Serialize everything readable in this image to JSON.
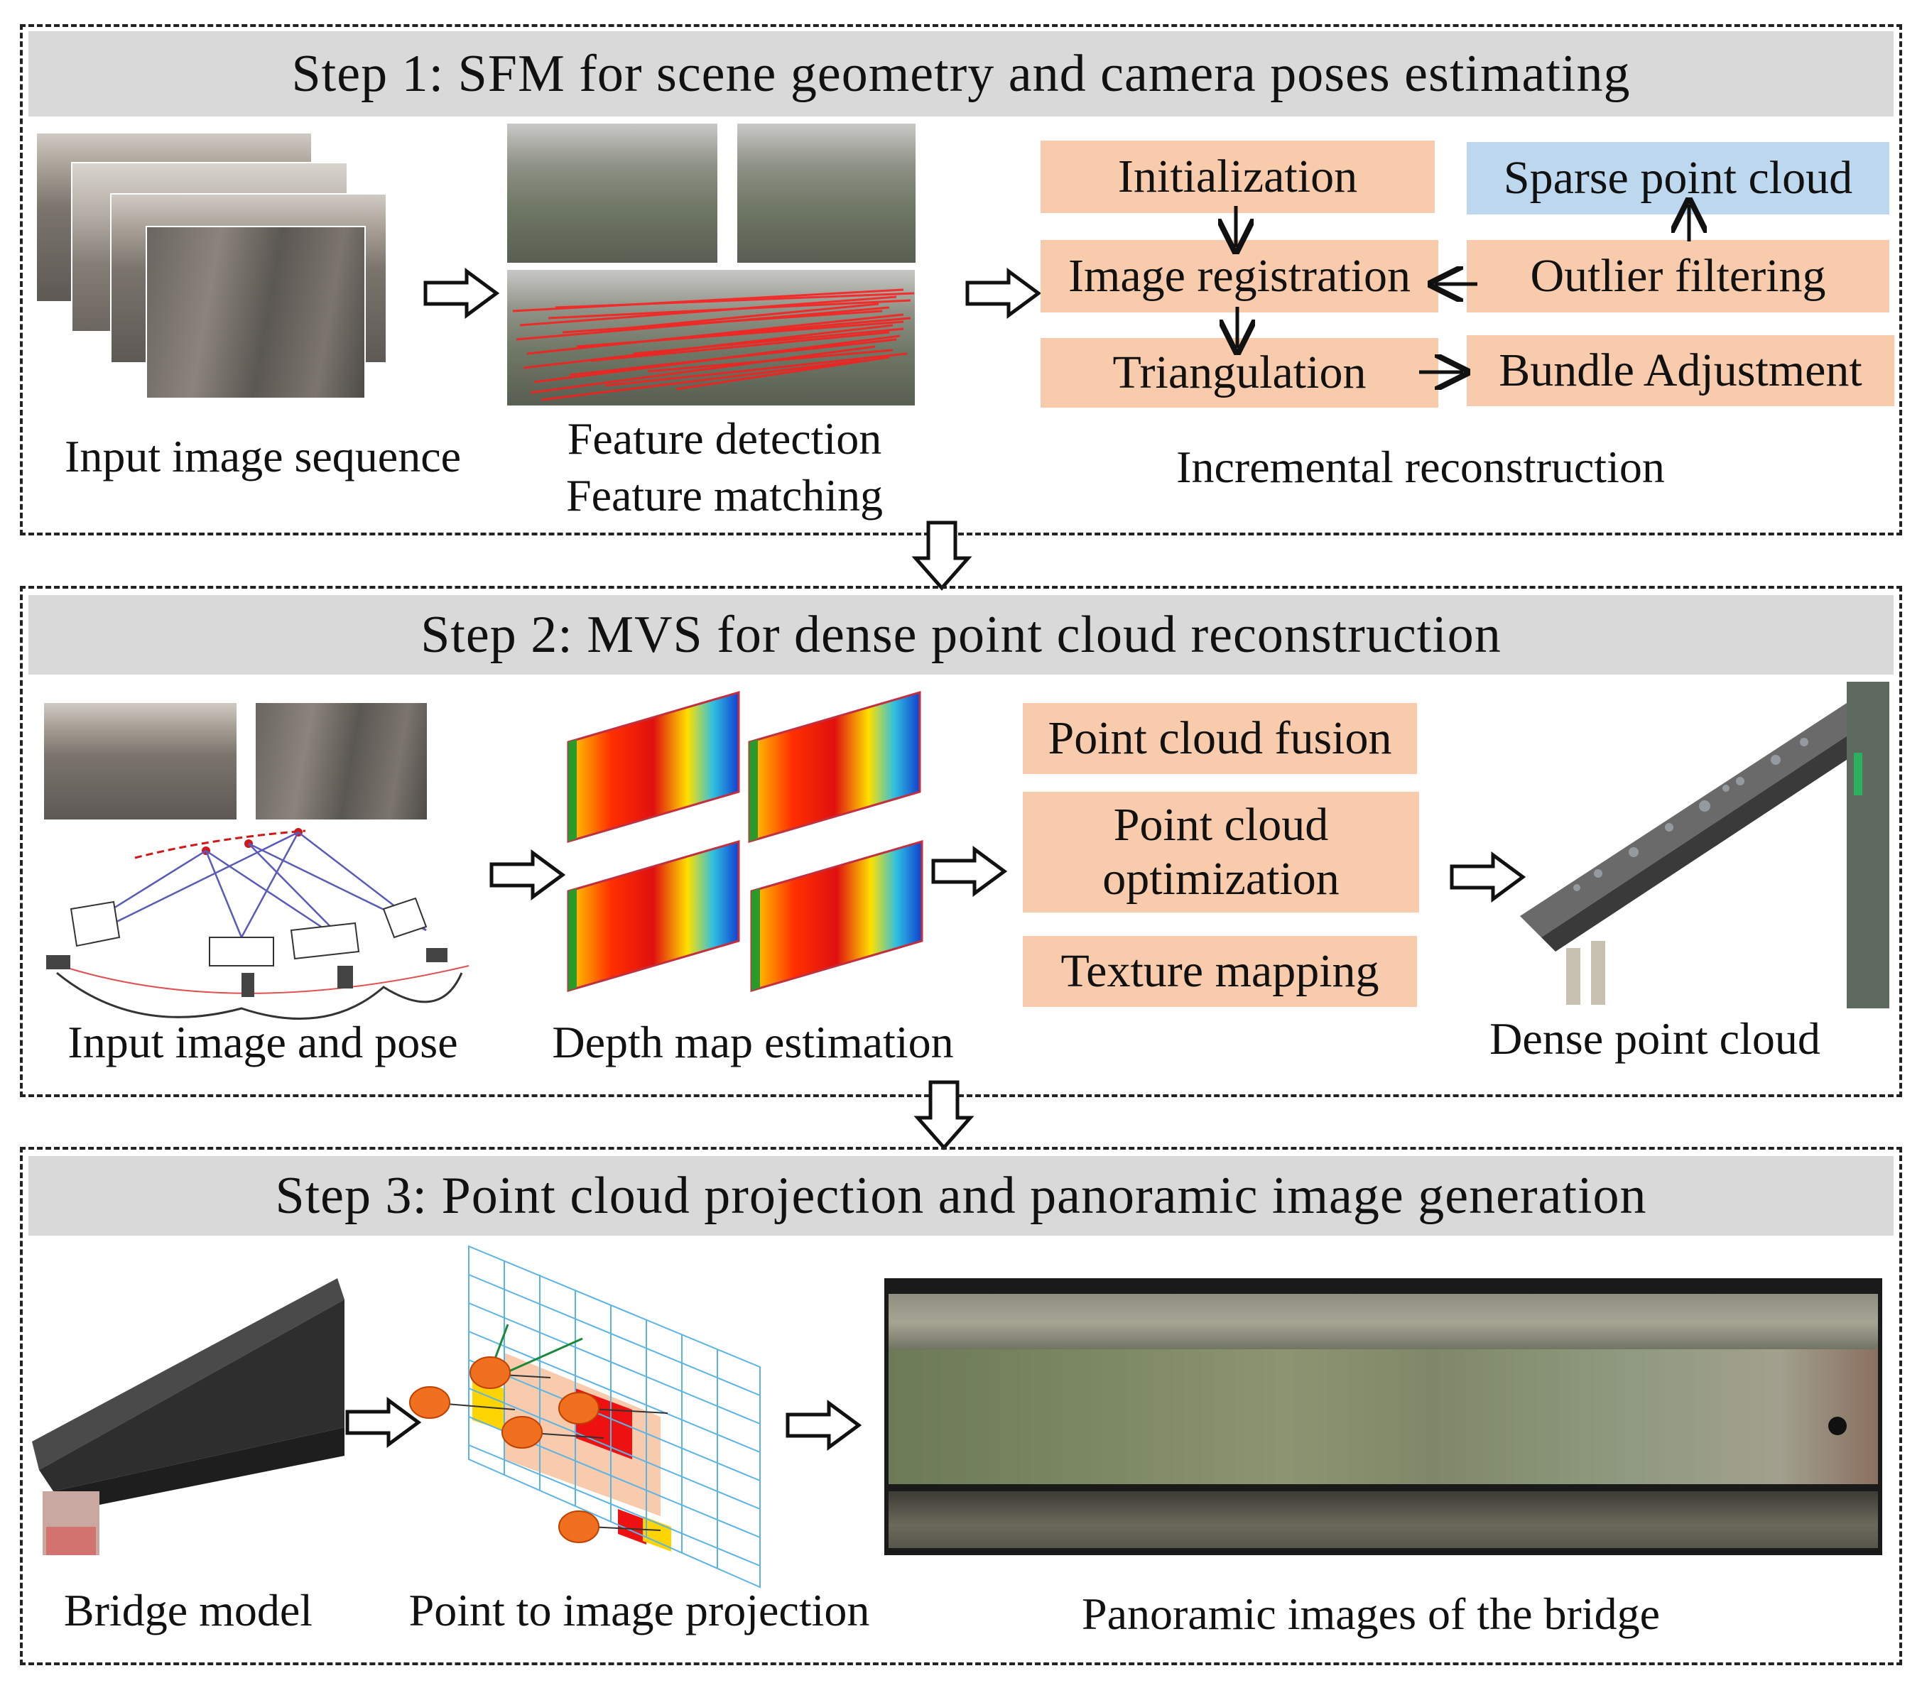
{
  "steps": {
    "step1": {
      "title": "Step 1: SFM for scene geometry and camera poses estimating",
      "input_caption": "Input image sequence",
      "feature_caption_1": "Feature detection",
      "feature_caption_2": "Feature matching",
      "reconstruction_caption": "Incremental reconstruction",
      "boxes": {
        "initialization": "Initialization",
        "image_registration": "Image registration",
        "triangulation": "Triangulation",
        "sparse_point_cloud": "Sparse point cloud",
        "outlier_filtering": "Outlier filtering",
        "bundle_adjustment": "Bundle Adjustment"
      }
    },
    "step2": {
      "title": "Step 2: MVS for dense point cloud reconstruction",
      "input_caption": "Input image and pose",
      "depth_caption": "Depth map estimation",
      "dense_caption": "Dense point cloud",
      "boxes": {
        "fusion": "Point cloud fusion",
        "optimization_1": "Point cloud",
        "optimization_2": "optimization",
        "texture": "Texture mapping"
      }
    },
    "step3": {
      "title": "Step 3: Point cloud projection and panoramic image generation",
      "bridge_caption": "Bridge model",
      "projection_caption": "Point to image projection",
      "panorama_caption": "Panoramic images of the bridge"
    }
  },
  "colors": {
    "header_gray": "#d9d9d9",
    "process_peach": "#f8cbad",
    "output_blue": "#bdd7ee",
    "match_lines": "#ff0000",
    "grid_line": "#5ab4e6",
    "point_orange": "#f07020"
  }
}
